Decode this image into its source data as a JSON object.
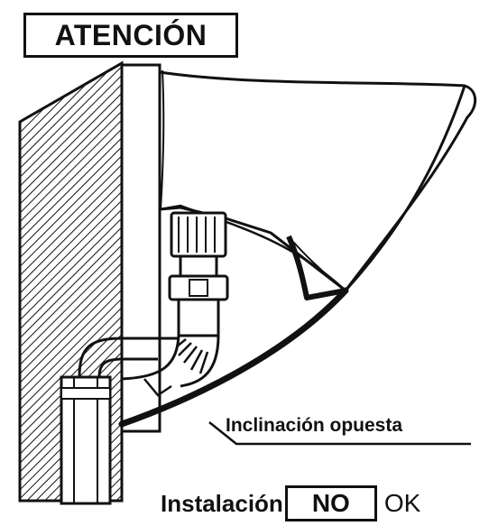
{
  "heading": {
    "text": "ATENCIÓN"
  },
  "callout": {
    "text": "Inclinación opuesta"
  },
  "installation": {
    "label": "Instalación",
    "wrong_option": "NO",
    "right_option": "OK"
  }
}
